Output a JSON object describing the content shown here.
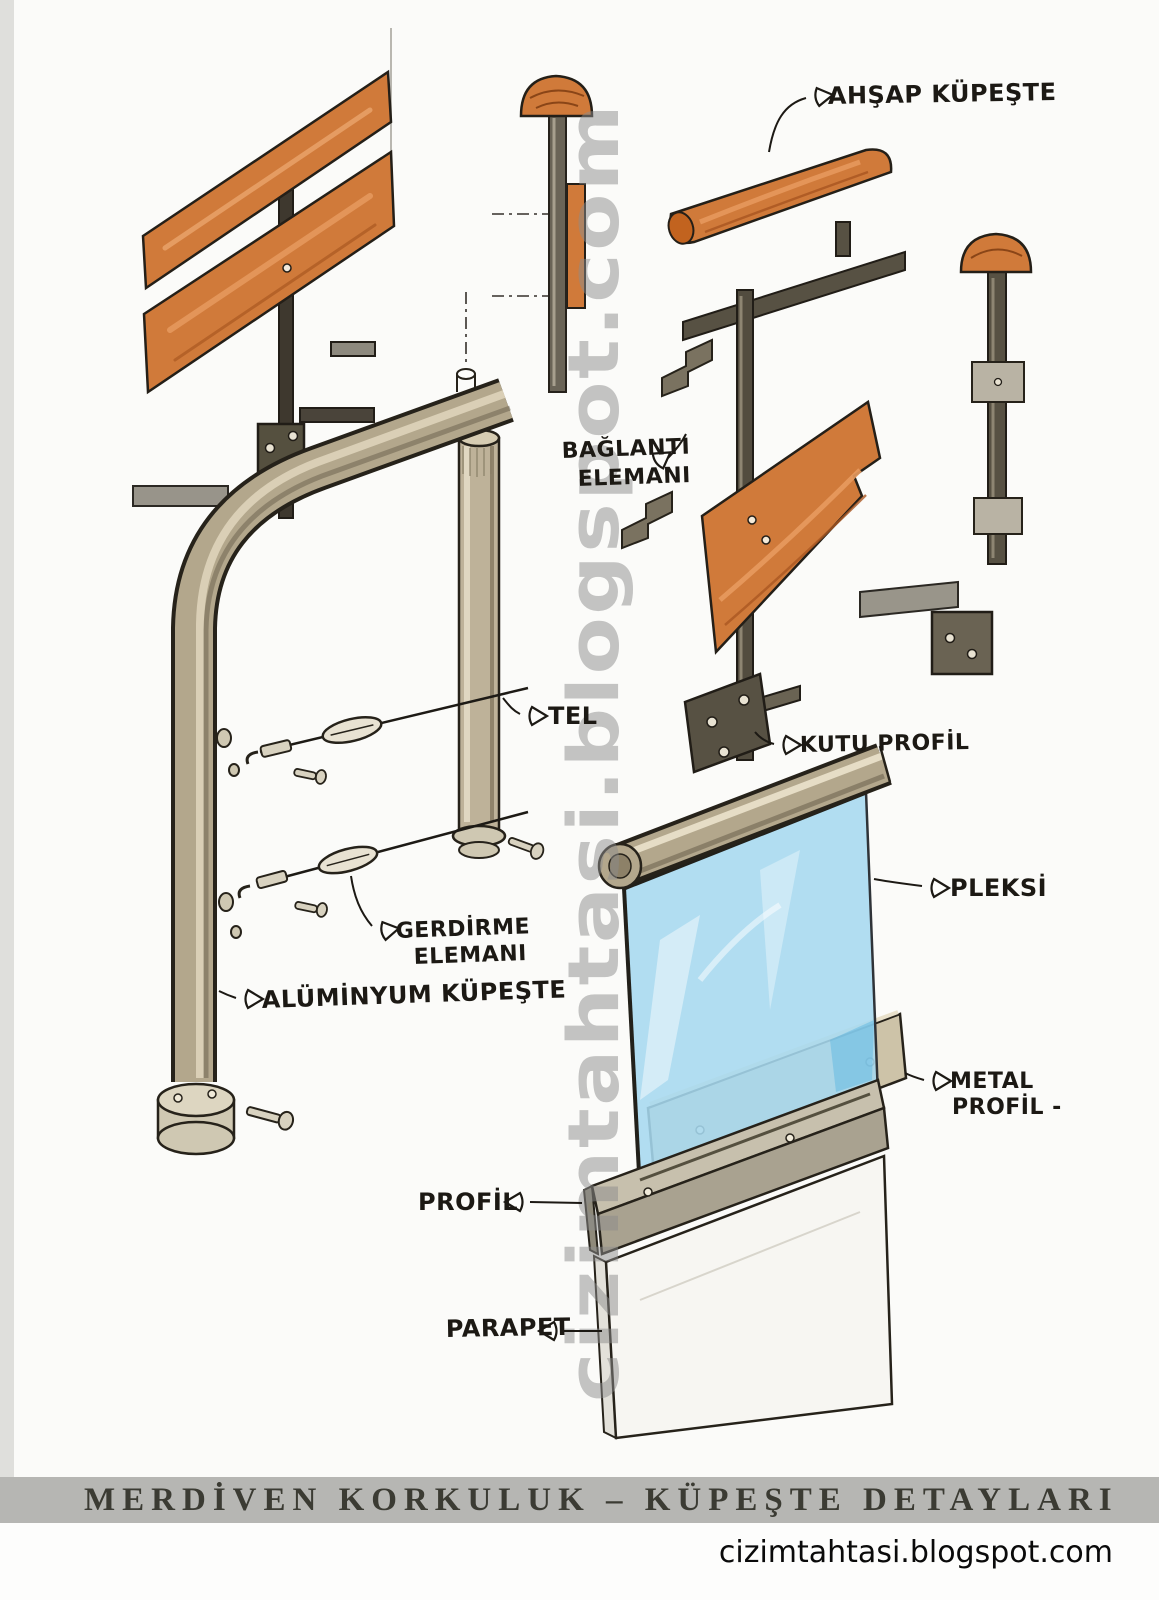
{
  "watermark": {
    "text": "cizimtahtasi.blogspot.com"
  },
  "title_bar": {
    "text": "MERDİVEN KORKULUK – KÜPEŞTE DETAYLARI"
  },
  "footer": {
    "url": "cizimtahtasi.blogspot.com"
  },
  "labels": {
    "ahsap_kupeste": "AHŞAP KÜPEŞTE",
    "baglanti_line1": "BAĞLANTI",
    "baglanti_line2": "ELEMANI",
    "tel": "TEL",
    "kutu_profil": "KUTU PROFİL",
    "pleksi": "PLEKSİ",
    "gerdirme_line1": "GERDİRME",
    "gerdirme_line2": "ELEMANI",
    "aluminyum_kupeste": "ALÜMİNYUM KÜPEŞTE",
    "metal_line1": "METAL",
    "metal_line2": "PROFİL -",
    "profil": "PROFİL",
    "parapet": "PARAPET"
  },
  "colors": {
    "wood": "#d07a3a",
    "glass": "#a6d8ef",
    "aluminum": "#b3a78c",
    "metal_dark": "#575143",
    "title_bar_bg": "#b6b6b3",
    "paper": "#fbfbf9"
  }
}
